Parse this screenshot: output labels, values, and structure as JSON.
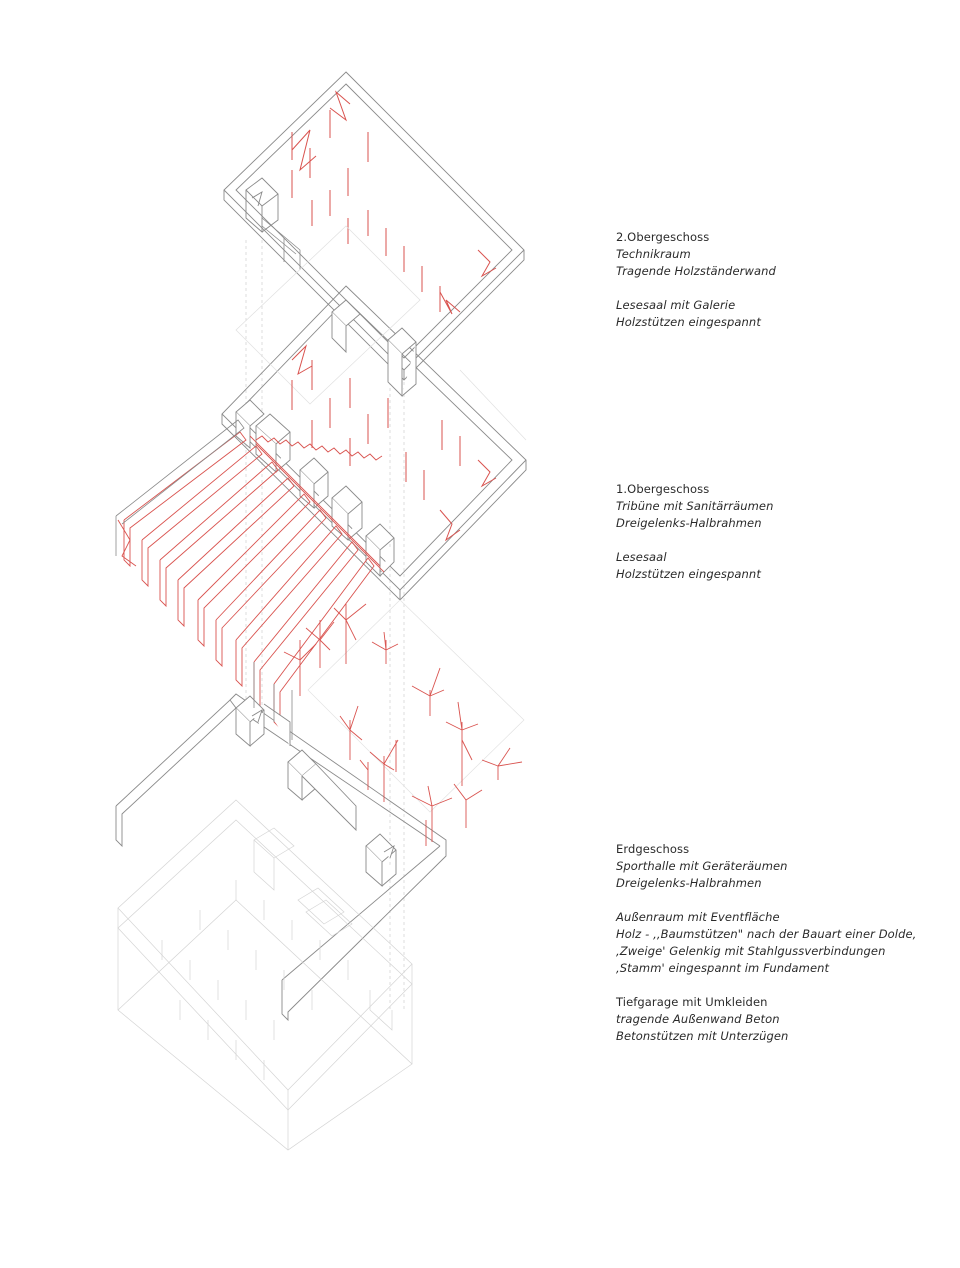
{
  "levels": [
    {
      "id": "og2",
      "lines": [
        {
          "text": "2.Obergeschoss",
          "italic": false
        },
        {
          "text": "Technikraum",
          "italic": true
        },
        {
          "text": "Tragende Holzständerwand",
          "italic": true
        },
        {
          "gap": true
        },
        {
          "text": "Lesesaal mit Galerie",
          "italic": true
        },
        {
          "text": "Holzstützen eingespannt",
          "italic": true
        }
      ]
    },
    {
      "id": "og1",
      "lines": [
        {
          "text": "1.Obergeschoss",
          "italic": false
        },
        {
          "text": "Tribüne mit Sanitärräumen",
          "italic": true
        },
        {
          "text": "Dreigelenks-Halbrahmen",
          "italic": true
        },
        {
          "gap": true
        },
        {
          "text": "Lesesaal",
          "italic": true
        },
        {
          "text": "Holzstützen eingespannt",
          "italic": true
        }
      ]
    },
    {
      "id": "eg",
      "lines": [
        {
          "text": "Erdgeschoss",
          "italic": false
        },
        {
          "text": "Sporthalle mit Geräteräumen",
          "italic": true
        },
        {
          "text": "Dreigelenks-Halbrahmen",
          "italic": true
        },
        {
          "gap": true
        },
        {
          "text": "Außenraum mit Eventfläche",
          "italic": true
        },
        {
          "text": "Holz - ,,Baumstützen\" nach der Bauart einer Dolde,",
          "italic": true
        },
        {
          "text": ",Zweige' Gelenkig mit Stahlgussverbindungen",
          "italic": true
        },
        {
          "text": ",Stamm' eingespannt im Fundament",
          "italic": true
        },
        {
          "gap": true
        },
        {
          "text": "Tiefgarage mit Umkleiden",
          "italic": false
        },
        {
          "text": "tragende Außenwand Beton",
          "italic": true
        },
        {
          "text": "Betonstützen mit Unterzügen",
          "italic": true
        }
      ]
    }
  ],
  "colors": {
    "structure_red": "#d9534f",
    "wall_grey": "#8a8a8a",
    "ghost_grey": "#d4d4d4",
    "text": "#2a2a2a"
  }
}
